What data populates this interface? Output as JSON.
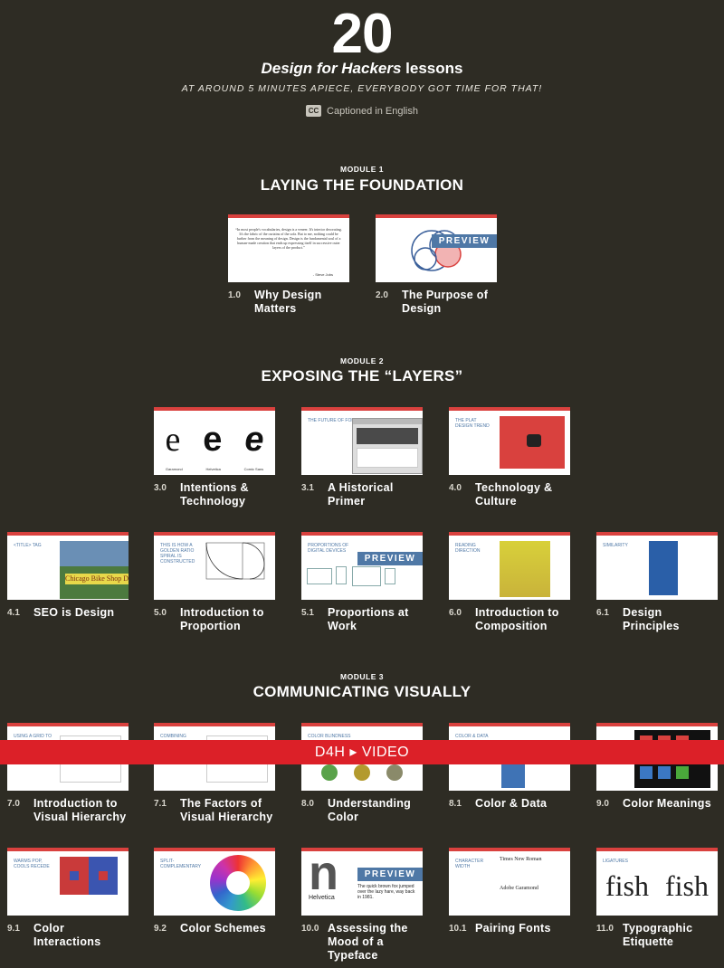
{
  "hero": {
    "count": "20",
    "title_italic": "Design for Hackers",
    "title_rest": " lessons",
    "subtitle": "AT AROUND 5 MINUTES APIECE, EVERYBODY GOT TIME FOR THAT!",
    "captions": "Captioned in English",
    "cc_icon": "CC"
  },
  "preview_label": "PREVIEW",
  "banner": "D4H ▸ VIDEO",
  "modules": [
    {
      "label": "MODULE 1",
      "title": "LAYING THE FOUNDATION",
      "lessons": [
        {
          "num": "1.0",
          "title": "Why Design Matters",
          "preview": false
        },
        {
          "num": "2.0",
          "title": "The Purpose of Design",
          "preview": true
        }
      ]
    },
    {
      "label": "MODULE 2",
      "title": "EXPOSING THE “LAYERS”",
      "lessons": [
        {
          "num": "3.0",
          "title": "Intentions & Technology",
          "preview": false
        },
        {
          "num": "3.1",
          "title": "A Historical Primer",
          "preview": false
        },
        {
          "num": "4.0",
          "title": "Technology & Culture",
          "preview": false
        },
        {
          "num": "4.1",
          "title": "SEO is Design",
          "preview": false
        },
        {
          "num": "5.0",
          "title": "Introduction to Proportion",
          "preview": false
        },
        {
          "num": "5.1",
          "title": "Proportions at Work",
          "preview": true
        },
        {
          "num": "6.0",
          "title": "Introduction to Composition",
          "preview": false
        },
        {
          "num": "6.1",
          "title": "Design Principles",
          "preview": false
        }
      ]
    },
    {
      "label": "MODULE 3",
      "title": "COMMUNICATING VISUALLY",
      "lessons": [
        {
          "num": "7.0",
          "title": "Introduction to Visual Hierarchy",
          "preview": false
        },
        {
          "num": "7.1",
          "title": "The Factors of Visual Hierarchy",
          "preview": false
        },
        {
          "num": "8.0",
          "title": "Understanding Color",
          "preview": false
        },
        {
          "num": "8.1",
          "title": "Color & Data",
          "preview": false
        },
        {
          "num": "9.0",
          "title": "Color Meanings",
          "preview": false
        },
        {
          "num": "9.1",
          "title": "Color Interactions",
          "preview": false
        },
        {
          "num": "9.2",
          "title": "Color Schemes",
          "preview": false
        },
        {
          "num": "10.0",
          "title": "Assessing the Mood of a Typeface",
          "preview": true
        },
        {
          "num": "10.1",
          "title": "Pairing Fonts",
          "preview": false
        },
        {
          "num": "11.0",
          "title": "Typographic Etiquette",
          "preview": false
        }
      ]
    }
  ],
  "thumbs": {
    "quote": "“In most people's vocabularies, design is a veneer. It's interior decorating. It's the fabric of the curtains of the sofa. But to me, nothing could be further from the meaning of design. Design is the fundamental soul of a human-made creation that ends up expressing itself in successive outer layers of the product.”",
    "quote_author": "- Steve Jobs",
    "e_labels": [
      "Garamond",
      "Helvetica",
      "Comic Sans"
    ],
    "cap_fonts": "THE FUTURE OF FONTS",
    "cap_flat": "THE PLAT DESIGN TREND",
    "cap_seo": "<TITLE> TAG",
    "seo_text": "Chicago Bike Shop Di",
    "cap_golden": "THIS IS HOW A GOLDEN RATIO SPIRAL IS CONSTRUCTED",
    "cap_devices": "PROPORTIONS OF DIGITAL DEVICES",
    "cap_reading": "READING DIRECTION",
    "cap_similarity": "SIMILARITY",
    "cap_grid": "USING A GRID TO",
    "cap_combining": "COMBINING",
    "cap_blind": "COLOR BLINDNESS",
    "cap_data": "COLOR & DATA",
    "cap_warm": "WARMS POP, COOLS RECEDE",
    "cap_split": "SPLIT-COMPLEMENTARY",
    "cap_charwidth": "CHARACTER WIDTH",
    "tnr": "Times New Roman",
    "garamond": "Adobe Garamond",
    "helvetica": "Helvetica",
    "fox": "The quick brown fox jumped over the lazy hare, way back in 1981.",
    "cap_ligatures": "LIGATURES",
    "fish": "fish"
  }
}
